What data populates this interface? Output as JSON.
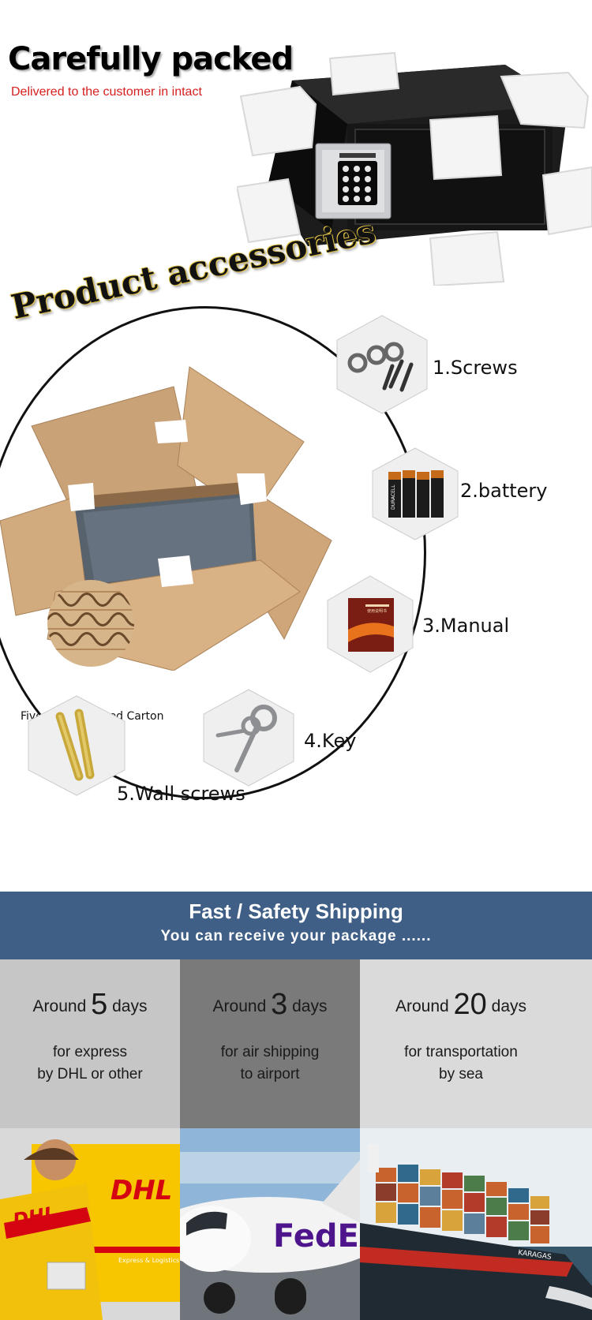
{
  "packing": {
    "title": "Carefully packed",
    "subtitle": "Delivered to the customer in intact"
  },
  "accessories": {
    "title": "Product accessories",
    "carton_caption": "Five-ply Thickened Carton",
    "items": [
      {
        "label": "1.Screws"
      },
      {
        "label": "2.battery"
      },
      {
        "label": "3.Manual"
      },
      {
        "label": "4.Key"
      },
      {
        "label": "5.Wall screws"
      }
    ],
    "battery_brand": "DURACELL",
    "manual_text": "使用说明书"
  },
  "shipping": {
    "title": "Fast / Safety Shipping",
    "subtitle": "You can receive your package ......",
    "columns": [
      {
        "prefix": "Around",
        "number": "5",
        "unit": "days",
        "line1": "for express",
        "line2": "by DHL or other"
      },
      {
        "prefix": "Around",
        "number": "3",
        "unit": "days",
        "line1": "for air shipping",
        "line2": "to airport"
      },
      {
        "prefix": "Around",
        "number": "20",
        "unit": "days",
        "line1": "for transportation",
        "line2": "by sea"
      }
    ],
    "photos": {
      "dhl_logo": "DHL",
      "dhl_van_text": "Express & Logistics",
      "fedex_logo": "FedEx",
      "ship_name": "KARAGAS"
    }
  },
  "colors": {
    "header_blue": "#3f5f86",
    "col1_bg": "#c6c6c6",
    "col2_bg": "#7a7a7a",
    "col3_bg": "#dadada",
    "dhl_yellow": "#f7c600",
    "dhl_red": "#d40511"
  }
}
